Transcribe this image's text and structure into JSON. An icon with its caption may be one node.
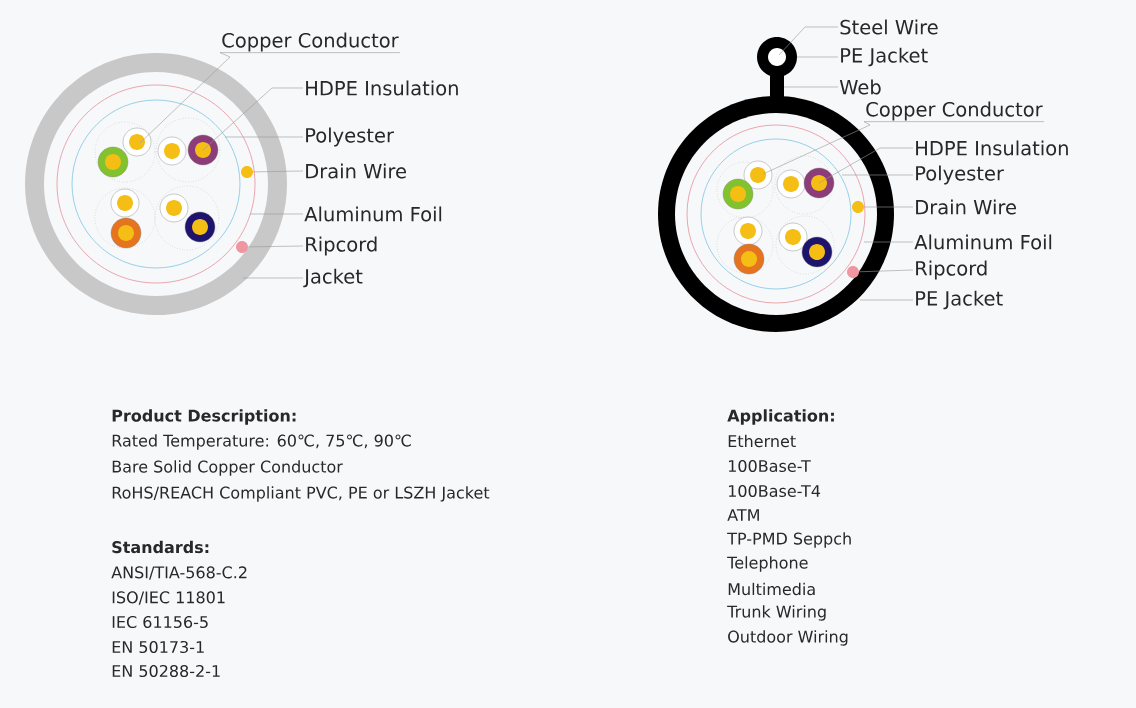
{
  "diagram": {
    "nodes": [
      {
        "text": [
          "Copper Conductor"
        ]
      },
      {
        "text": [
          "HDPE Insulation"
        ]
      },
      {
        "text": [
          "Polyester"
        ]
      },
      {
        "text": [
          "Drain Wire"
        ]
      },
      {
        "text": [
          "Aluminum Foil"
        ]
      },
      {
        "text": [
          "Ripcord"
        ]
      },
      {
        "text": [
          "Jacket"
        ]
      },
      {
        "text": [
          "Steel Wire"
        ]
      },
      {
        "text": [
          "PE Jacket"
        ]
      },
      {
        "text": [
          "Web"
        ]
      },
      {
        "text": [
          "Copper Conductor"
        ]
      },
      {
        "text": [
          "HDPE Insulation"
        ]
      },
      {
        "text": [
          "Polyester"
        ]
      },
      {
        "text": [
          "Drain Wire"
        ]
      },
      {
        "text": [
          "Aluminum Foil"
        ]
      },
      {
        "text": [
          "Ripcord"
        ]
      },
      {
        "text": [
          "PE Jacket"
        ]
      },
      {
        "text": [],
        "shape": "circle"
      },
      {
        "text": [],
        "shape": "circle"
      },
      {
        "text": [],
        "shape": "circle"
      },
      {
        "text": [],
        "shape": "circle"
      }
    ],
    "edges": [
      {
        "from": 0,
        "to": null,
        "arrow": "none"
      },
      {
        "from": 1,
        "to": null,
        "arrow": "none"
      },
      {
        "from": 2,
        "to": null,
        "arrow": "none"
      },
      {
        "from": 3,
        "to": 17,
        "arrow": "none"
      },
      {
        "from": 4,
        "to": null,
        "arrow": "none"
      },
      {
        "from": 5,
        "to": 18,
        "arrow": "none"
      },
      {
        "from": 6,
        "to": null,
        "arrow": "none"
      },
      {
        "from": 7,
        "to": null,
        "arrow": "none"
      },
      {
        "from": 8,
        "to": null,
        "arrow": "none"
      },
      {
        "from": 9,
        "to": null,
        "arrow": "none"
      },
      {
        "from": 10,
        "to": null,
        "arrow": "none"
      },
      {
        "from": 11,
        "to": null,
        "arrow": "none"
      },
      {
        "from": 12,
        "to": null,
        "arrow": "none"
      },
      {
        "from": 13,
        "to": 19,
        "arrow": "none"
      },
      {
        "from": 14,
        "to": null,
        "arrow": "none"
      },
      {
        "from": 15,
        "to": 20,
        "arrow": "none"
      },
      {
        "from": 16,
        "to": null,
        "arrow": "none"
      }
    ],
    "labels": [
      "Product Description:",
      "Rated Temperature: 60℃, 75℃, 90℃",
      "Bare Solid Copper Conductor",
      "RoHS/REACH Compliant PVC, PE or LSZH Jacket",
      "Standards:",
      "ANSI/TIA-568-C.2",
      "ISO/IEC 11801",
      "IEC 61156-5",
      "EN 50173-1",
      "EN 50288-2-1",
      "Application:",
      "Ethernet",
      "100Base-T",
      "100Base-T4",
      "ATM",
      "TP-PMD Seppch",
      "Telephone",
      "Multimedia",
      "Trunk Wiring",
      "Outdoor Wiring"
    ]
  }
}
